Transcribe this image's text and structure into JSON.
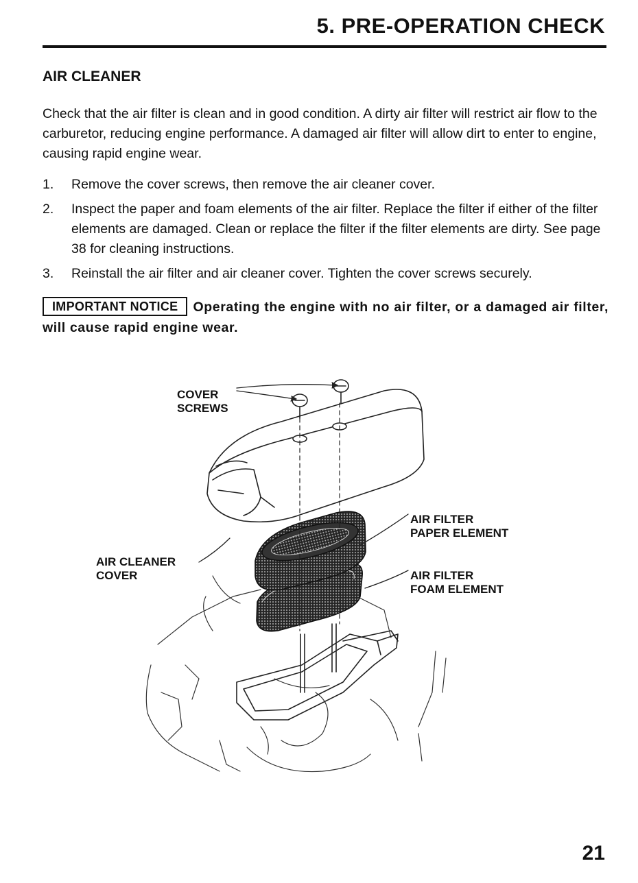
{
  "header": {
    "title": "5. PRE-OPERATION CHECK"
  },
  "section": {
    "title": "AIR CLEANER"
  },
  "intro": "Check that the air filter is clean and in good condition. A dirty air filter will restrict air flow to the carburetor, reducing engine performance. A damaged air filter will allow dirt to enter to engine, causing rapid engine wear.",
  "steps": [
    {
      "num": "1.",
      "text": "Remove the cover screws, then remove the air cleaner cover."
    },
    {
      "num": "2.",
      "text": "Inspect the paper and foam elements of the air filter. Replace the filter if either of the filter elements are damaged. Clean or replace the filter if the filter elements are dirty. See page 38 for cleaning instructions."
    },
    {
      "num": "3.",
      "text": "Reinstall the air filter and air cleaner cover. Tighten the cover screws securely."
    }
  ],
  "notice": {
    "label": "IMPORTANT NOTICE",
    "text": "Operating the engine with no air filter, or a damaged air filter, will cause rapid engine wear."
  },
  "figure": {
    "cover_screws": "COVER\nSCREWS",
    "air_cleaner_cover": "AIR CLEANER\nCOVER",
    "paper_element": "AIR FILTER\nPAPER ELEMENT",
    "foam_element": "AIR FILTER\nFOAM ELEMENT"
  },
  "page_number": "21"
}
